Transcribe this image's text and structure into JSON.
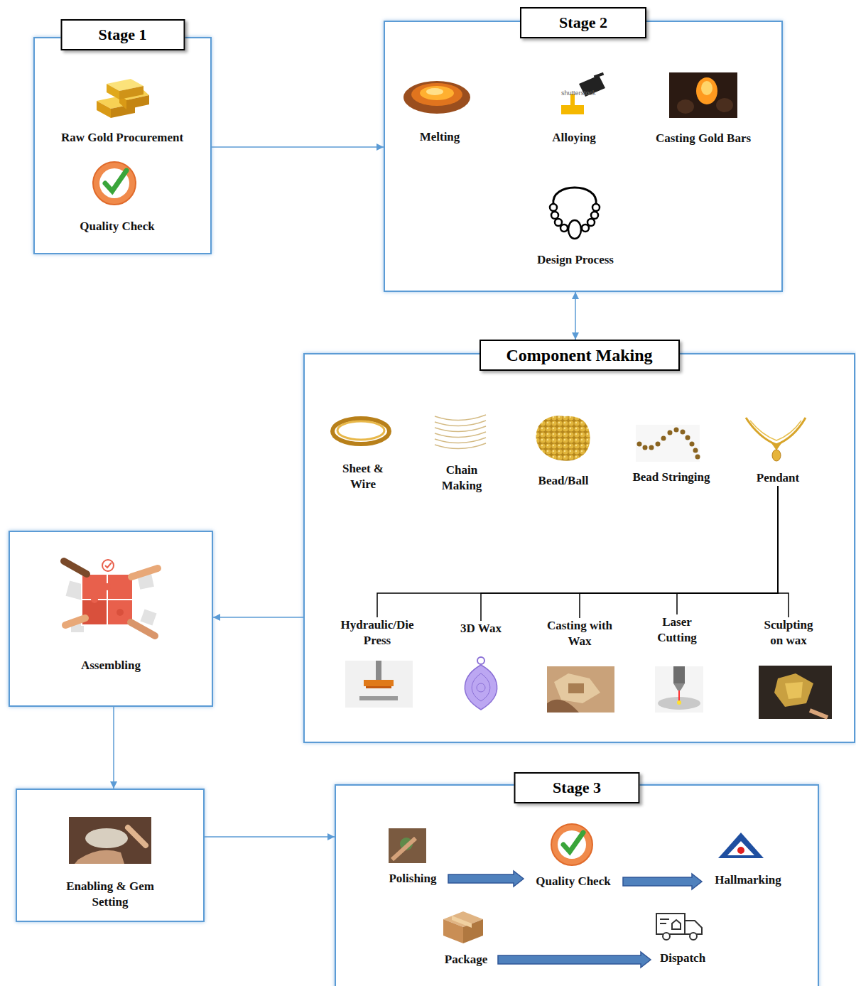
{
  "diagram": {
    "nodes": [
      {
        "text": [
          "Stage 1"
        ]
      },
      {
        "text": [
          "Raw Gold Procurement"
        ],
        "in": 0
      },
      {
        "text": [
          "Quality Check"
        ],
        "in": 0
      },
      {
        "text": [
          "Stage 2"
        ]
      },
      {
        "text": [
          "Melting"
        ],
        "in": 3
      },
      {
        "text": [
          "Alloying"
        ],
        "in": 3
      },
      {
        "text": [
          "Casting Gold Bars"
        ],
        "in": 3
      },
      {
        "text": [
          "Design Process"
        ],
        "in": 3
      },
      {
        "text": [
          "Component Making"
        ]
      },
      {
        "text": [
          "Sheet & Wire"
        ],
        "in": 8
      },
      {
        "text": [
          "Chain Making"
        ],
        "in": 8
      },
      {
        "text": [
          "Bead/Ball"
        ],
        "in": 8
      },
      {
        "text": [
          "Bead Stringing"
        ],
        "in": 8
      },
      {
        "text": [
          "Pendant"
        ],
        "in": 8
      },
      {
        "text": [
          "Hydraulic/Die Press"
        ],
        "in": 8
      },
      {
        "text": [
          "3D Wax"
        ],
        "in": 8
      },
      {
        "text": [
          "Casting with Wax"
        ],
        "in": 8
      },
      {
        "text": [
          "Laser Cutting"
        ],
        "in": 8
      },
      {
        "text": [
          "Sculpting on wax"
        ],
        "in": 8
      },
      {
        "text": [
          "Assembling"
        ]
      },
      {
        "text": [
          "Enabling & Gem Setting"
        ]
      },
      {
        "text": [
          "Stage 3"
        ]
      },
      {
        "text": [
          "Polishing"
        ],
        "in": 21
      },
      {
        "text": [
          "Quality Check"
        ],
        "in": 21
      },
      {
        "text": [
          "Hallmarking"
        ],
        "in": 21
      },
      {
        "text": [
          "Package"
        ],
        "in": 21
      },
      {
        "text": [
          "Dispatch"
        ],
        "in": 21
      }
    ],
    "edges": [
      {
        "from": 0,
        "to": 3,
        "arrow": "to"
      },
      {
        "from": 3,
        "to": 8,
        "arrow": "both"
      },
      {
        "from": 8,
        "to": 19,
        "arrow": "to"
      },
      {
        "from": 19,
        "to": 20,
        "arrow": "to"
      },
      {
        "from": 20,
        "to": 21,
        "arrow": "to"
      },
      {
        "from": 13,
        "to": 14,
        "arrow": "none"
      },
      {
        "from": 13,
        "to": 15,
        "arrow": "none"
      },
      {
        "from": 13,
        "to": 16,
        "arrow": "none"
      },
      {
        "from": 13,
        "to": 17,
        "arrow": "none"
      },
      {
        "from": 13,
        "to": 18,
        "arrow": "none"
      },
      {
        "from": 22,
        "to": 23,
        "arrow": "to"
      },
      {
        "from": 23,
        "to": 24,
        "arrow": "to"
      },
      {
        "from": 25,
        "to": 26,
        "arrow": "to"
      }
    ],
    "labels": [
      "shutterstock"
    ]
  }
}
